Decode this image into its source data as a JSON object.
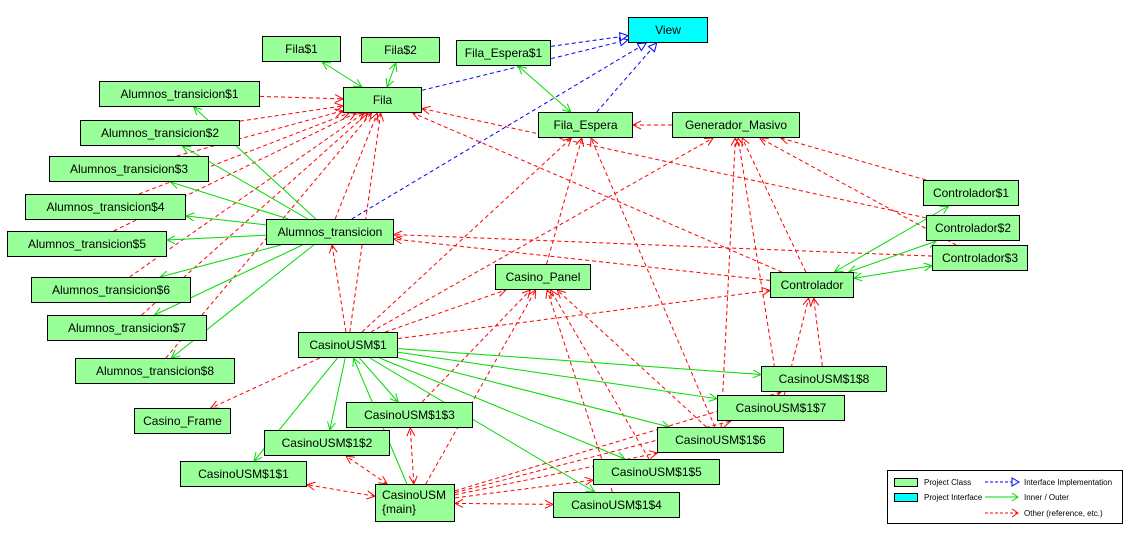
{
  "nodes": {
    "view": "View",
    "fila1": "Fila$1",
    "fila2": "Fila$2",
    "fila_espera1": "Fila_Espera$1",
    "fila": "Fila",
    "fila_espera": "Fila_Espera",
    "generador": "Generador_Masivo",
    "at1": "Alumnos_transicion$1",
    "at2": "Alumnos_transicion$2",
    "at3": "Alumnos_transicion$3",
    "at4": "Alumnos_transicion$4",
    "at5": "Alumnos_transicion$5",
    "at6": "Alumnos_transicion$6",
    "at7": "Alumnos_transicion$7",
    "at8": "Alumnos_transicion$8",
    "at": "Alumnos_transicion",
    "ctrl1": "Controlador$1",
    "ctrl2": "Controlador$2",
    "ctrl3": "Controlador$3",
    "ctrl": "Controlador",
    "casino_panel": "Casino_Panel",
    "cu1": "CasinoUSM$1",
    "casino_frame": "Casino_Frame",
    "cu13": "CasinoUSM$1$3",
    "cu12": "CasinoUSM$1$2",
    "cu11": "CasinoUSM$1$1",
    "main": "CasinoUSM\n{main}",
    "cu14": "CasinoUSM$1$4",
    "cu15": "CasinoUSM$1$5",
    "cu16": "CasinoUSM$1$6",
    "cu17": "CasinoUSM$1$7",
    "cu18": "CasinoUSM$1$8"
  },
  "legend": {
    "project_class": "Project Class",
    "project_interface": "Project Interface",
    "interface_impl": "Interface Implementation",
    "inner_outer": "Inner / Outer",
    "other": "Other (reference, etc.)"
  },
  "colors": {
    "class_fill": "#99ff99",
    "interface_fill": "#00ffff",
    "interface_edge": "#0000ff",
    "inner_edge": "#00dd00",
    "other_edge": "#ff0000"
  }
}
